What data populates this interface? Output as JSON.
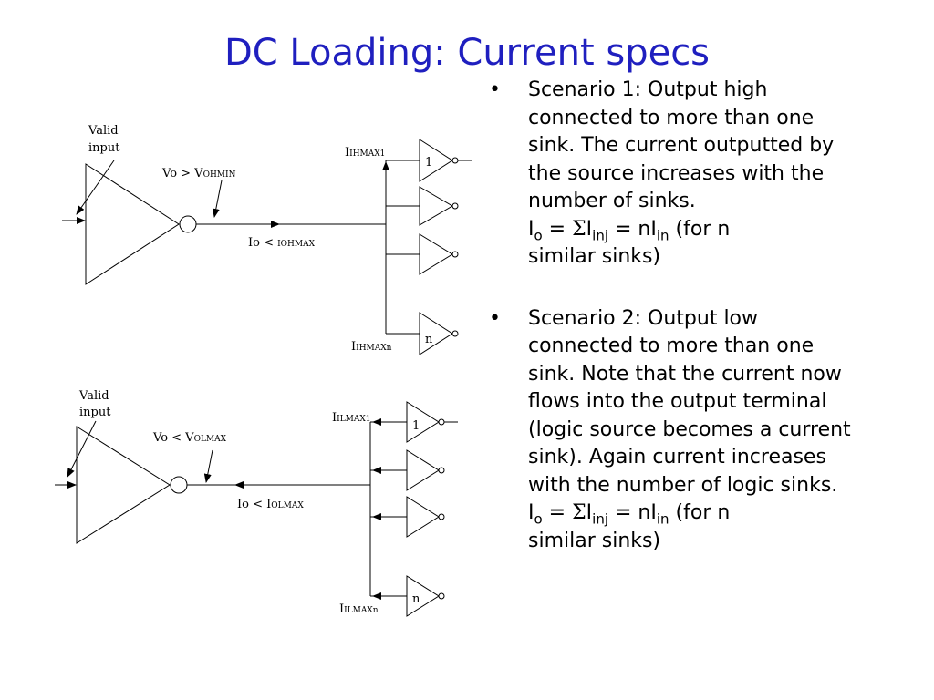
{
  "title": "DC Loading: Current specs",
  "diagram_top": {
    "input_label_line1": "Valid",
    "input_label_line2": "input",
    "vo_main": "Vo > V",
    "vo_sub": "OHMIN",
    "io_main": "Io < ",
    "io_sub": "IOHMAX",
    "i_first_main": "I",
    "i_first_sub": "IHMAX1",
    "i_last_main": "I",
    "i_last_sub": "IHMAXn",
    "gate_first_label": "1",
    "gate_last_label": "n"
  },
  "diagram_bottom": {
    "input_label_line1": "Valid",
    "input_label_line2": "input",
    "vo_main": "Vo < V",
    "vo_sub": "OLMAX",
    "io_main": "Io < I",
    "io_sub": "OLMAX",
    "i_first_main": "I",
    "i_first_sub": "ILMAX1",
    "i_last_main": "I",
    "i_last_sub": "ILMAXn",
    "gate_first_label": "1",
    "gate_last_label": "n"
  },
  "bullets": [
    {
      "bullet_char": "•",
      "text": "Scenario 1: Output high connected to more than one sink. The current outputted by the source increases with the number of sinks.",
      "eq_i": "I",
      "eq_o": "o",
      "eq_eq1": " = ",
      "eq_sigma": "Σ",
      "eq_i2": "I",
      "eq_inj": "inj",
      "eq_eq2": " = nI",
      "eq_in": "in",
      "eq_suffix": " (for n",
      "eq_tail": "similar sinks)"
    },
    {
      "bullet_char": "•",
      "text": "Scenario 2: Output low connected to more than one sink. Note that the current now flows into the output terminal (logic source becomes a current sink). Again current increases with the number of logic sinks.",
      "eq_i": "I",
      "eq_o": "o",
      "eq_eq1": " = ",
      "eq_sigma": "Σ",
      "eq_i2": "I",
      "eq_inj": "inj",
      "eq_eq2": " = nI",
      "eq_in": "in",
      "eq_suffix": " (for n",
      "eq_tail": "similar sinks)"
    }
  ],
  "colors": {
    "title": "#1f1fbf",
    "ink": "#000000"
  }
}
